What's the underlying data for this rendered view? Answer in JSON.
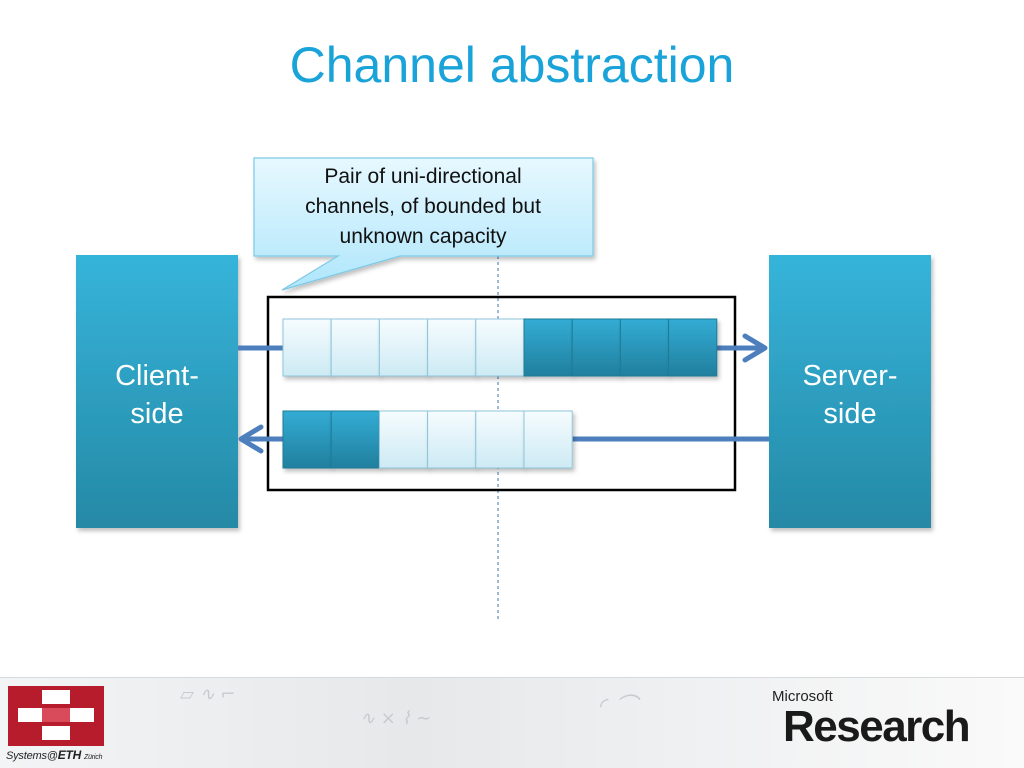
{
  "slide": {
    "title": "Channel abstraction"
  },
  "callout": {
    "lines": [
      "Pair of uni-directional",
      "channels, of bounded but",
      "unknown capacity"
    ]
  },
  "client": {
    "label_lines": [
      "Client-",
      "side"
    ]
  },
  "server": {
    "label_lines": [
      "Server-",
      "side"
    ]
  },
  "channels": {
    "client_to_server": {
      "direction": "to-server",
      "slots": [
        "empty",
        "empty",
        "empty",
        "empty",
        "empty",
        "full",
        "full",
        "full",
        "full"
      ]
    },
    "server_to_client": {
      "direction": "to-client",
      "slots": [
        "full",
        "full",
        "empty",
        "empty",
        "empty",
        "empty"
      ]
    }
  },
  "footer": {
    "eth_systems": "Systems",
    "eth_at": "@",
    "eth_name": "ETH",
    "eth_city": "Zürich",
    "ms_small": "Microsoft",
    "ms_big": "Research"
  },
  "colors": {
    "title": "#1aa3d9",
    "side_box_top": "#35b2d8",
    "side_box_bottom": "#2590ad",
    "arrow": "#4e7fbd",
    "slot_full": "#2a9dc4",
    "slot_empty": "#e3f4fa",
    "callout_fill": "#cfeffc"
  },
  "icons": {
    "eth_logo": "eth-cross-logo",
    "arrow_right": "arrow-right-icon",
    "arrow_left": "arrow-left-icon"
  }
}
